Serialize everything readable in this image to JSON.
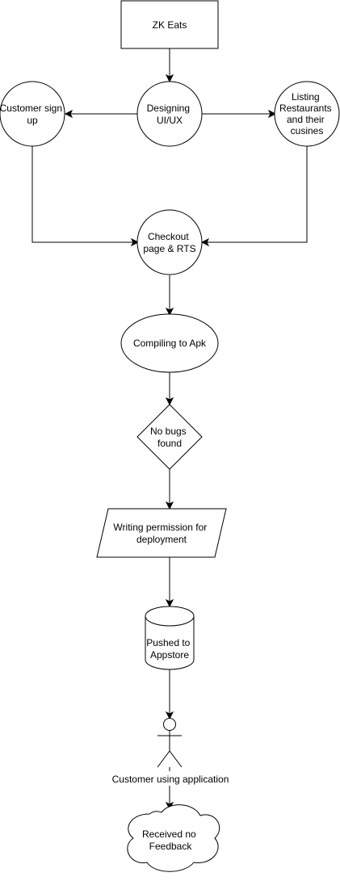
{
  "diagram": {
    "nodes": {
      "zk_eats": {
        "lines": [
          "ZK Eats"
        ]
      },
      "designing": {
        "lines": [
          "Designing",
          "UI/UX"
        ]
      },
      "signup": {
        "lines": [
          "Customer sign",
          "up"
        ]
      },
      "listing": {
        "lines": [
          "Listing",
          "Restaurants",
          "and their",
          "cusines"
        ]
      },
      "checkout": {
        "lines": [
          "Checkout",
          "page & RTS"
        ]
      },
      "compiling": {
        "lines": [
          "Compiling to Apk"
        ]
      },
      "nobugs": {
        "lines": [
          "No bugs",
          "found"
        ]
      },
      "permission": {
        "lines": [
          "Writing permission for",
          "deployment"
        ]
      },
      "appstore": {
        "lines": [
          "Pushed to",
          "Appstore"
        ]
      },
      "customer": {
        "lines": [
          "Customer using application"
        ]
      },
      "feedback": {
        "lines": [
          "Received no",
          "Feedback"
        ]
      }
    },
    "edges": [
      {
        "from": "zk_eats",
        "to": "designing"
      },
      {
        "from": "designing",
        "to": "signup"
      },
      {
        "from": "designing",
        "to": "listing"
      },
      {
        "from": "signup",
        "to": "checkout"
      },
      {
        "from": "listing",
        "to": "checkout"
      },
      {
        "from": "checkout",
        "to": "compiling"
      },
      {
        "from": "compiling",
        "to": "nobugs"
      },
      {
        "from": "nobugs",
        "to": "permission"
      },
      {
        "from": "permission",
        "to": "appstore"
      },
      {
        "from": "appstore",
        "to": "customer"
      },
      {
        "from": "customer",
        "to": "feedback"
      }
    ]
  }
}
